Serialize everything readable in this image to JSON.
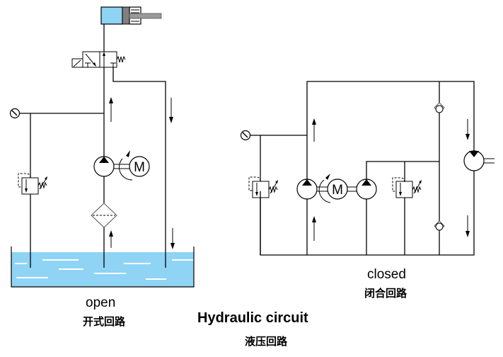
{
  "title": "Hydraulic circuit",
  "title_zh": "液压回路",
  "open_circuit": {
    "label": "open",
    "label_zh": "开式回路",
    "components": [
      "cylinder",
      "solenoid-valve",
      "pressure-gauge",
      "relief-valve",
      "pump",
      "motor",
      "filter",
      "tank"
    ],
    "motor_symbol": "M",
    "tank_fluid_color": "#8fd3f5",
    "cylinder_color": "#8fd3f5"
  },
  "closed_circuit": {
    "label": "closed",
    "label_zh": "闭合回路",
    "components": [
      "pressure-gauge",
      "relief-valve",
      "main-pump",
      "motor",
      "charge-pump",
      "relief-valve",
      "check-valve-top",
      "check-valve-bottom",
      "hydraulic-motor"
    ],
    "motor_symbol": "M"
  }
}
